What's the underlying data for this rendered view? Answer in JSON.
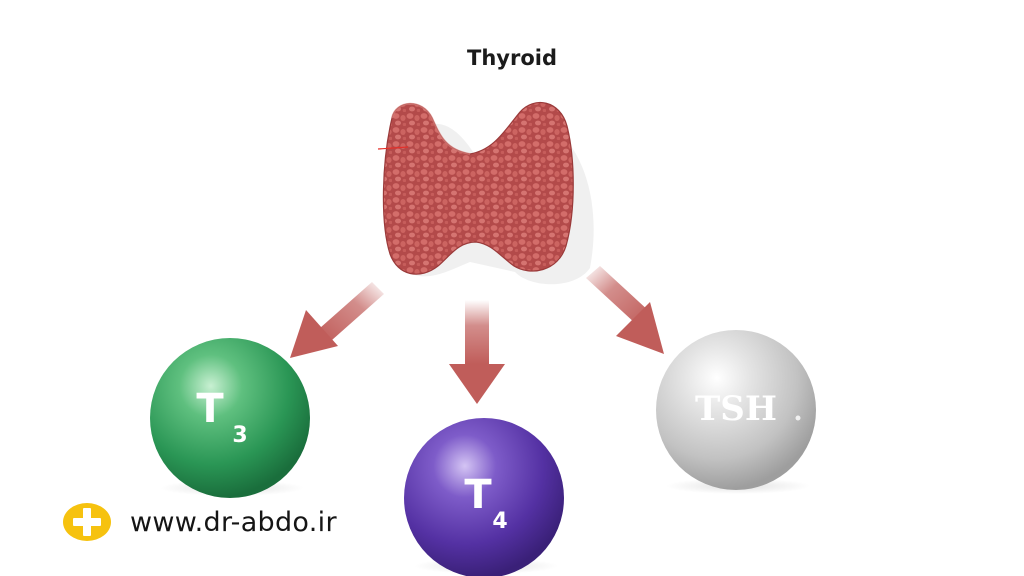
{
  "title": "Thyroid",
  "hormones": {
    "t3": {
      "letter": "T",
      "subscript": "3"
    },
    "t4": {
      "letter": "T",
      "subscript": "4"
    },
    "tsh": {
      "label": "TSH"
    }
  },
  "watermark": {
    "url": "www.dr-abdo.ir",
    "icon": "plus-badge-icon",
    "icon_color": "#f6c20f"
  },
  "colors": {
    "thyroid": "#b9504f",
    "arrow": "#c05d5a",
    "t3_sphere": "#2e9a5a",
    "t4_sphere": "#5b36a8",
    "tsh_sphere": "#c9c9c9"
  }
}
